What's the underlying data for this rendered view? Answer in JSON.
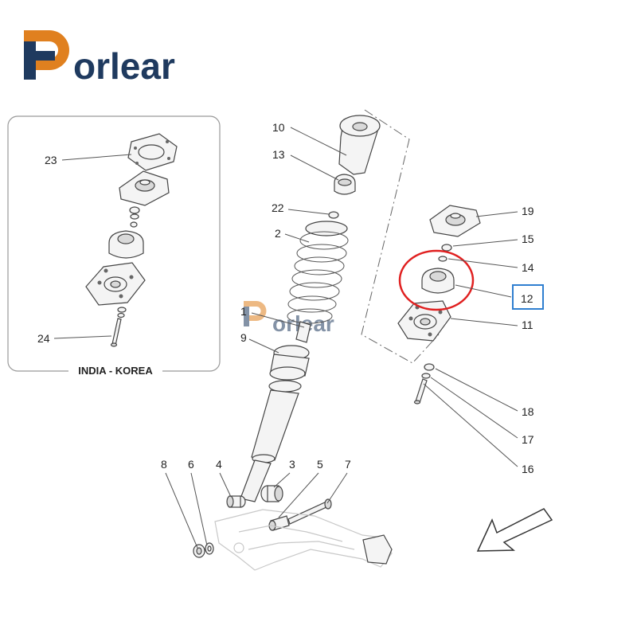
{
  "brand": {
    "name": "orlear",
    "colors": {
      "logo_orange": "#E0801F",
      "logo_navy": "#1F3A5F"
    }
  },
  "inset": {
    "caption": "INDIA - KOREA",
    "labels": {
      "p23": "23",
      "p24": "24"
    }
  },
  "labels": {
    "p1": "1",
    "p2": "2",
    "p3": "3",
    "p4": "4",
    "p5": "5",
    "p6": "6",
    "p7": "7",
    "p8": "8",
    "p9": "9",
    "p10": "10",
    "p11": "11",
    "p12": "12",
    "p13": "13",
    "p14": "14",
    "p15": "15",
    "p16": "16",
    "p17": "17",
    "p18": "18",
    "p19": "19",
    "p22": "22"
  },
  "highlight": {
    "circle_color": "#E02020",
    "box_color": "#2F7FD0"
  },
  "icons": {
    "direction_arrow": "arrow-down-left-icon"
  }
}
